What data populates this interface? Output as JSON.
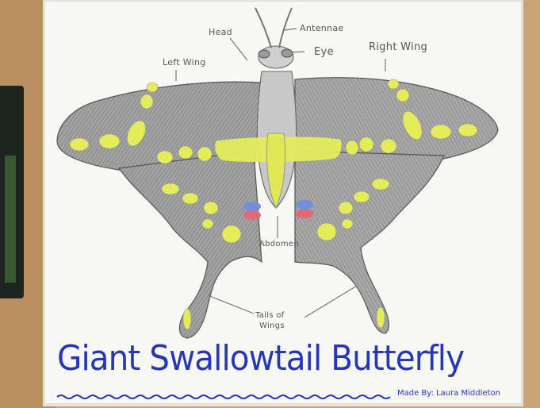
{
  "poster": {
    "title": "Giant Swallowtail Butterfly",
    "byline": "Made By: Laura Middleton",
    "labels": {
      "antennae": "Antennae",
      "head": "Head",
      "eye": "Eye",
      "left_wing": "Left Wing",
      "right_wing": "Right Wing",
      "abdomen": "Abdomen",
      "tails": "Tails of",
      "tails_2": "Wings"
    }
  },
  "colors": {
    "wing_gray": "#8e8e8e",
    "spot_yellow": "#e4ec5a",
    "title_blue": "#2636b8",
    "spot_red": "#e26a78",
    "spot_blue": "#6f8fe0"
  }
}
